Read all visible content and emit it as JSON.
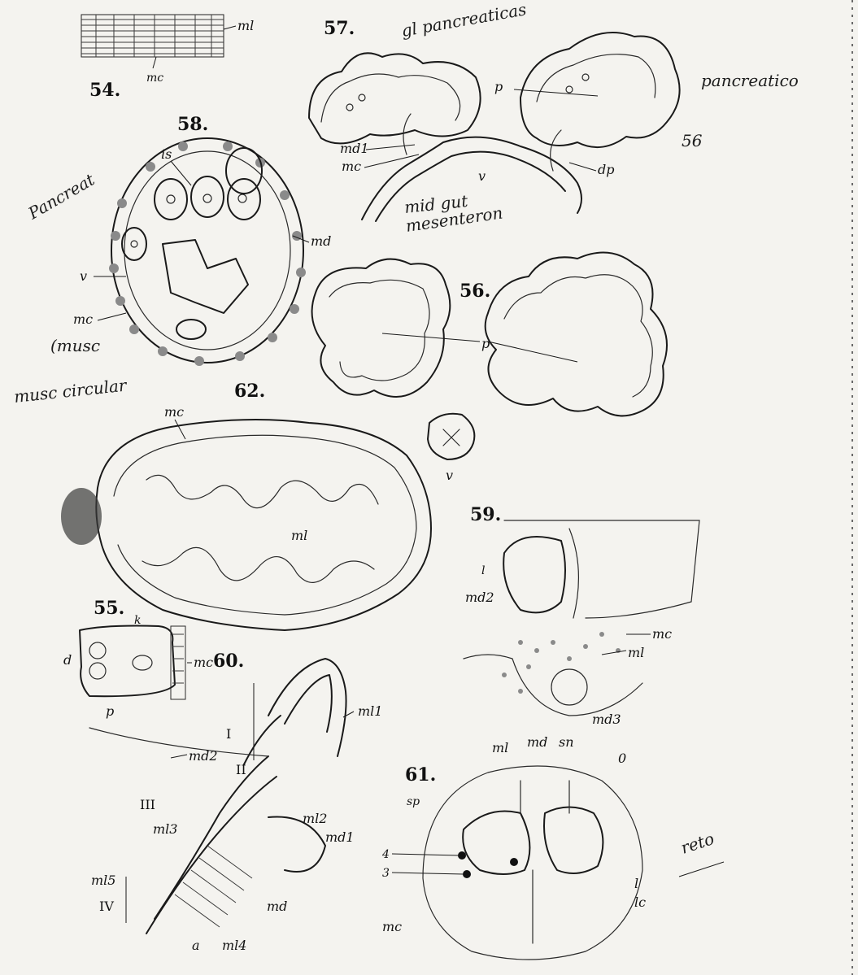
{
  "figures": {
    "f54": {
      "number": "54.",
      "labels": [
        "ml",
        "mc"
      ]
    },
    "f55": {
      "number": "55.",
      "labels": [
        "k",
        "d",
        "mc",
        "p"
      ]
    },
    "f56": {
      "number": "56.",
      "labels": [
        "p",
        "v"
      ]
    },
    "f57": {
      "number": "57.",
      "labels": [
        "p",
        "md1",
        "mc",
        "v",
        "dp"
      ]
    },
    "f58": {
      "number": "58.",
      "labels": [
        "is",
        "md",
        "v",
        "mc"
      ]
    },
    "f59": {
      "number": "59.",
      "labels": [
        "l",
        "md2",
        "mc",
        "ml",
        "md3"
      ]
    },
    "f60": {
      "number": "60.",
      "labels": [
        "ml1",
        "I",
        "md2",
        "II",
        "III",
        "ml3",
        "ml2",
        "md1",
        "ml5",
        "IV",
        "md",
        "a",
        "ml4"
      ]
    },
    "f61": {
      "number": "61.",
      "labels": [
        "ml",
        "md",
        "sn",
        "0",
        "sp",
        "4",
        "3",
        "l",
        "lc",
        "mc"
      ]
    },
    "f62": {
      "number": "62.",
      "labels": [
        "mc",
        "ml"
      ]
    }
  },
  "handwritten": {
    "pancreatic": "gl pancreaticas",
    "pancreatic_right": "pancreatico",
    "midgut": "mid gut",
    "mesenteron": "mesenteron",
    "pancreas_left": "Pancreat",
    "musc_circ": "(musc",
    "musc_circ2": "musc circular",
    "num56": "56",
    "reto": "reto"
  },
  "colors": {
    "ink": "#1a1a1a",
    "paper": "#f4f3ef"
  }
}
